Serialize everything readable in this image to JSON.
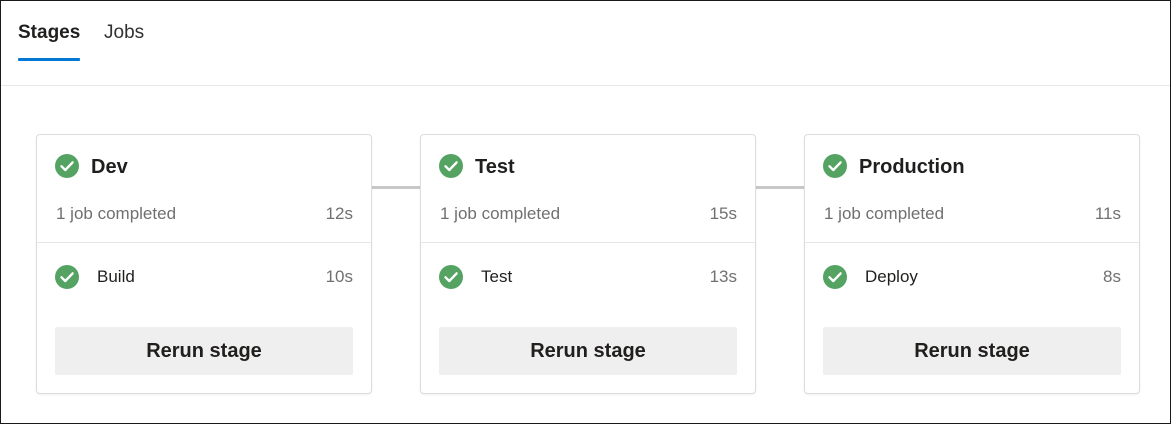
{
  "tabs": [
    {
      "label": "Stages",
      "active": true
    },
    {
      "label": "Jobs",
      "active": false
    }
  ],
  "colors": {
    "accent": "#0078d4",
    "success": "#55a362",
    "connector": "#c8c8c8",
    "button_bg": "#efefef"
  },
  "stages": [
    {
      "name": "Dev",
      "status_icon": "check-circle-icon",
      "summary": "1 job completed",
      "duration": "12s",
      "jobs": [
        {
          "name": "Build",
          "duration": "10s",
          "status_icon": "check-circle-icon"
        }
      ],
      "rerun_label": "Rerun stage"
    },
    {
      "name": "Test",
      "status_icon": "check-circle-icon",
      "summary": "1 job completed",
      "duration": "15s",
      "jobs": [
        {
          "name": "Test",
          "duration": "13s",
          "status_icon": "check-circle-icon"
        }
      ],
      "rerun_label": "Rerun stage"
    },
    {
      "name": "Production",
      "status_icon": "check-circle-icon",
      "summary": "1 job completed",
      "duration": "11s",
      "jobs": [
        {
          "name": "Deploy",
          "duration": "8s",
          "status_icon": "check-circle-icon"
        }
      ],
      "rerun_label": "Rerun stage"
    }
  ]
}
